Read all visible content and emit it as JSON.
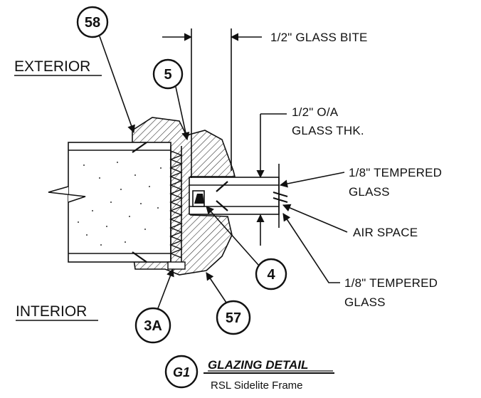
{
  "sides": {
    "exterior": "EXTERIOR",
    "interior": "INTERIOR"
  },
  "callouts": {
    "c58": "58",
    "c5": "5",
    "c4": "4",
    "c3a": "3A",
    "c57": "57"
  },
  "annotations": {
    "glass_bite": "1/2\" GLASS BITE",
    "oa_line1": "1/2\" O/A",
    "oa_line2": "GLASS THK.",
    "tempered_top_line1": "1/8\" TEMPERED",
    "tempered_top_line2": "GLASS",
    "air_space": "AIR SPACE",
    "tempered_bottom_line1": "1/8\" TEMPERED",
    "tempered_bottom_line2": "GLASS"
  },
  "detail": {
    "tag": "G1",
    "title": "GLAZING DETAIL",
    "subtitle": "RSL Sidelite Frame"
  }
}
